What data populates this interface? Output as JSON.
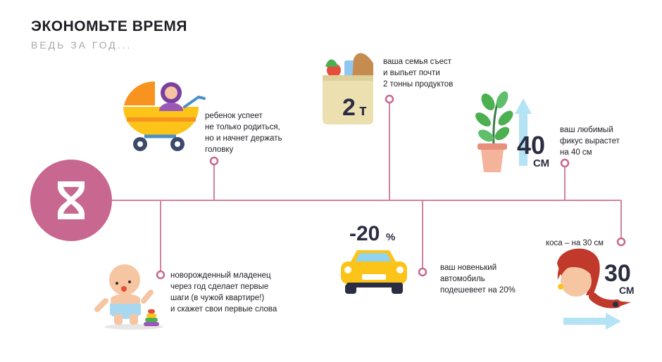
{
  "header": {
    "title": "ЭКОНОМЬТЕ ВРЕМЯ",
    "subtitle": "ВЕДЬ ЗА ГОД..."
  },
  "facts": {
    "stroller": "ребенок успеет\nне только родиться,\nно и начнет держать\nголовку",
    "groceries": "ваша семья съест\nи выпьет почти\n2 тонны продуктов",
    "ficus": "ваш любимый\nфикус вырастет\nна 40 см",
    "baby": "новорожденный младенец\nчерез год сделает первые\nшаги (в чужой квартире!)\nи скажет свои первые слова",
    "car": "ваш новенький\nавтомобиль\nподешевеет на 20%",
    "braid": "коса – на 30 см"
  },
  "badges": {
    "groceries_num": "2",
    "groceries_unit": "т",
    "ficus_num": "40",
    "ficus_unit": "СМ",
    "car_num": "-20",
    "car_unit": "%",
    "braid_num": "30",
    "braid_unit": "СМ"
  },
  "colors": {
    "accent": "#c8678f",
    "timeline": "#d0839f",
    "dark": "#2b2d42",
    "orange": "#f7931e",
    "yellow": "#fcc419",
    "arrow": "#b3e3f4"
  }
}
